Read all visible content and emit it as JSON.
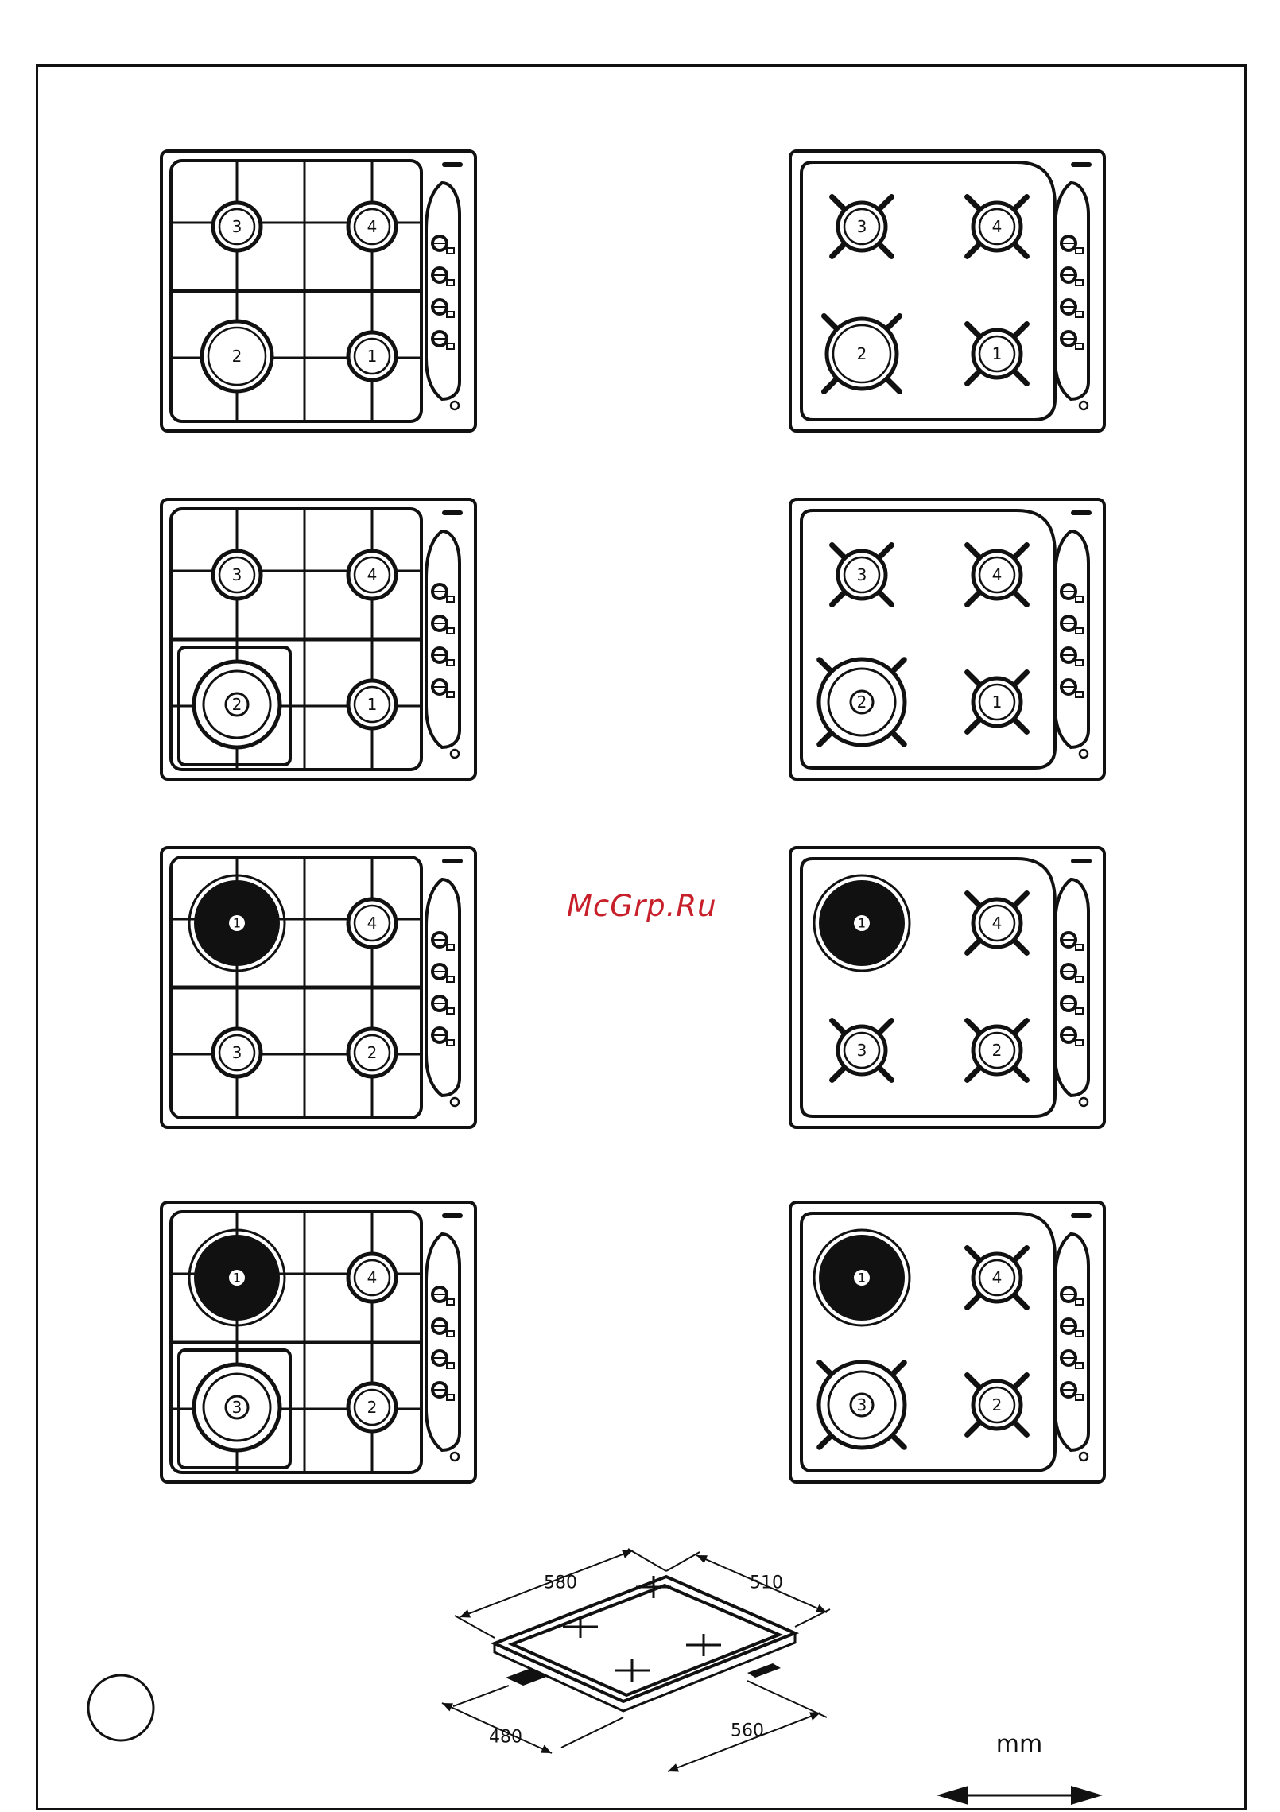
{
  "watermark": {
    "text": "McGrp.Ru",
    "color": "#c8202a"
  },
  "hobs": [
    {
      "id": "A",
      "panel": "grid-4gas",
      "burners": [
        {
          "label": "3",
          "kind": "gas"
        },
        {
          "label": "4",
          "kind": "gas"
        },
        {
          "label": "2",
          "kind": "gas"
        },
        {
          "label": "1",
          "kind": "gas"
        }
      ]
    },
    {
      "id": "B",
      "panel": "cross-4gas",
      "burners": [
        {
          "label": "3",
          "kind": "gas"
        },
        {
          "label": "4",
          "kind": "gas"
        },
        {
          "label": "2",
          "kind": "gas"
        },
        {
          "label": "1",
          "kind": "gas"
        }
      ]
    },
    {
      "id": "C",
      "panel": "grid-4gas-wok",
      "burners": [
        {
          "label": "3",
          "kind": "gas"
        },
        {
          "label": "4",
          "kind": "gas"
        },
        {
          "label": "2",
          "kind": "wok"
        },
        {
          "label": "1",
          "kind": "gas"
        }
      ]
    },
    {
      "id": "D",
      "panel": "cross-4gas-wok",
      "burners": [
        {
          "label": "3",
          "kind": "gas"
        },
        {
          "label": "4",
          "kind": "gas"
        },
        {
          "label": "2",
          "kind": "wok"
        },
        {
          "label": "1",
          "kind": "gas"
        }
      ]
    },
    {
      "id": "E",
      "panel": "grid-electric",
      "burners": [
        {
          "label": "1",
          "kind": "electric"
        },
        {
          "label": "4",
          "kind": "gas"
        },
        {
          "label": "3",
          "kind": "gas"
        },
        {
          "label": "2",
          "kind": "gas"
        }
      ]
    },
    {
      "id": "F",
      "panel": "cross-electric",
      "burners": [
        {
          "label": "1",
          "kind": "electric"
        },
        {
          "label": "4",
          "kind": "gas"
        },
        {
          "label": "3",
          "kind": "gas"
        },
        {
          "label": "2",
          "kind": "gas"
        }
      ]
    },
    {
      "id": "G",
      "panel": "grid-electric-wok",
      "burners": [
        {
          "label": "1",
          "kind": "electric"
        },
        {
          "label": "4",
          "kind": "gas"
        },
        {
          "label": "3",
          "kind": "wok"
        },
        {
          "label": "2",
          "kind": "gas"
        }
      ]
    },
    {
      "id": "H",
      "panel": "cross-electric-wok",
      "burners": [
        {
          "label": "1",
          "kind": "electric"
        },
        {
          "label": "4",
          "kind": "gas"
        },
        {
          "label": "3",
          "kind": "wok"
        },
        {
          "label": "2",
          "kind": "gas"
        }
      ]
    }
  ],
  "dimensions": {
    "top_width": "580",
    "top_depth": "510",
    "cutout_width": "560",
    "cutout_depth": "480"
  },
  "unit_label": "mm",
  "colors": {
    "line": "#111111",
    "background": "#ffffff"
  }
}
